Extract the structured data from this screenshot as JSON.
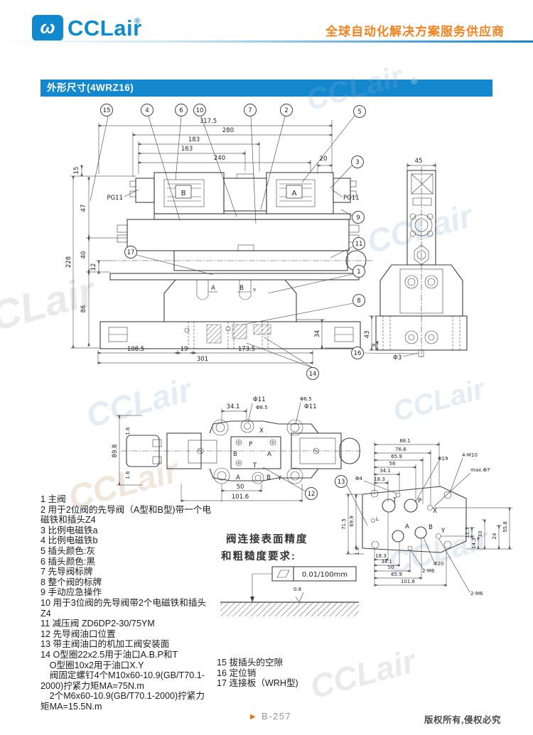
{
  "header": {
    "logo_glyph": "ω",
    "brand": "CCLair",
    "reg": "®",
    "slogan": "全球自动化解决方案服务供应商"
  },
  "title_bar": {
    "text": "外形尺寸(4WRZ16)"
  },
  "watermark": {
    "text": "CCLair",
    "reg": "®"
  },
  "dwg1": {
    "top_dims": [
      "317.5",
      "280",
      "183",
      "163",
      "240"
    ],
    "dim_20": "20",
    "left_dims": [
      "15",
      "228",
      "47",
      "40",
      "12",
      "86"
    ],
    "bottom_dims": [
      "108.5",
      "19",
      "173.5",
      "301"
    ],
    "right_dim": "34",
    "pg11_left": "PG11",
    "pg11_right": "PG11",
    "sol_b_label": "B",
    "sol_a_label": "A",
    "port_a": "A",
    "port_b": "B",
    "port_y": "Y",
    "balloons": {
      "b15": "15",
      "b4": "4",
      "b6": "6",
      "b10": "10",
      "b7": "7",
      "b2": "2",
      "b5": "5",
      "b3": "3",
      "b9": "9",
      "b11": "11",
      "b1": "1",
      "b8": "8",
      "b17": "17",
      "b14": "14",
      "b16": "16"
    },
    "side_view": {
      "dim_width": "45",
      "dim_height": "43",
      "dim_pin": "9",
      "pin_dia": "Φ3"
    }
  },
  "dwg2": {
    "dim_top": "34.1",
    "dim_height": "89.8",
    "rough1": "1.6",
    "rough2": "1.6",
    "hole_left_big": "Φ11",
    "hole_left_small": "Φ6.5",
    "hole_right_small": "Φ6.5",
    "hole_right_big": "Φ11",
    "port_x": "X",
    "port_p": "P",
    "port_b": "B",
    "port_a": "A",
    "port_t": "T",
    "port_a2": "A",
    "port_b2": "B",
    "port_y2": "Y",
    "dim_50": "50",
    "dim_101_6": "101.6",
    "balloon_12": "12"
  },
  "dwg3": {
    "balloon_13": "13",
    "top_dims": [
      "88.1",
      "76.6",
      "65.9",
      "56",
      "34.1",
      "18.3"
    ],
    "left_dims": [
      "71.5",
      "69.9",
      "1.6"
    ],
    "right_dims": [
      "55.8",
      "24",
      "33",
      "12.7",
      "14.3"
    ],
    "bottom_dims": [
      "18.3",
      "34.1",
      "50",
      "65.9",
      "101.6"
    ],
    "label_phi19": "Φ19",
    "label_4m10": "4-M10",
    "label_maxphi7": "max.Φ7",
    "label_phi4": "Φ4",
    "label_phi20": "Φ20",
    "label_2m6_a": "2-M6",
    "label_2m6_b": "2-M6",
    "port_t": "T",
    "port_p": "P",
    "port_x": "X",
    "port_l": "L",
    "port_a": "A",
    "port_b": "B",
    "port_y": "Y"
  },
  "precision_note": {
    "line1": "阀连接表面精度",
    "line2": "和粗糙度要求:",
    "tolerance": "0.01/100mm",
    "roughness": "0.8"
  },
  "parts_list": {
    "left": [
      "1 主阀",
      "2 用于2位阀的先导阀（A型和B型)带一个电",
      "磁铁和插头Z4",
      "3 比例电磁铁a",
      "4 比例电磁铁b",
      "5 插头颜色:灰",
      "6 插头颜色:黑",
      "7 先导阀标牌",
      "8 整个阀的标牌",
      "9 手动应急操作",
      "10 用于3位阀的先导阀带2个电磁铁和插头",
      "Z4",
      "11 减压阀 ZD6DP2-30/75YM",
      "12 先导阀油口位置",
      "13 带主阀油口的机加工阀安装面",
      "14 O型圈22x2.5用于油口A.B.P和T",
      "　O型圈10x2用于油口X.Y",
      "　阀固定螺钉4个M10x60-10.9(GB/T70.1-",
      "2000)拧紧力矩MA=75N.m",
      "　2个M6x60-10.9(GB/T70.1-2000)拧紧力",
      "矩MA=15.5N.m"
    ],
    "right": [
      "15 拔插头的空隙",
      "16 定位销",
      "17 连接板（WRH型)"
    ]
  },
  "footer": {
    "arrow": "▶",
    "page": "B-257",
    "copyright": "版权所有,侵权必究"
  }
}
